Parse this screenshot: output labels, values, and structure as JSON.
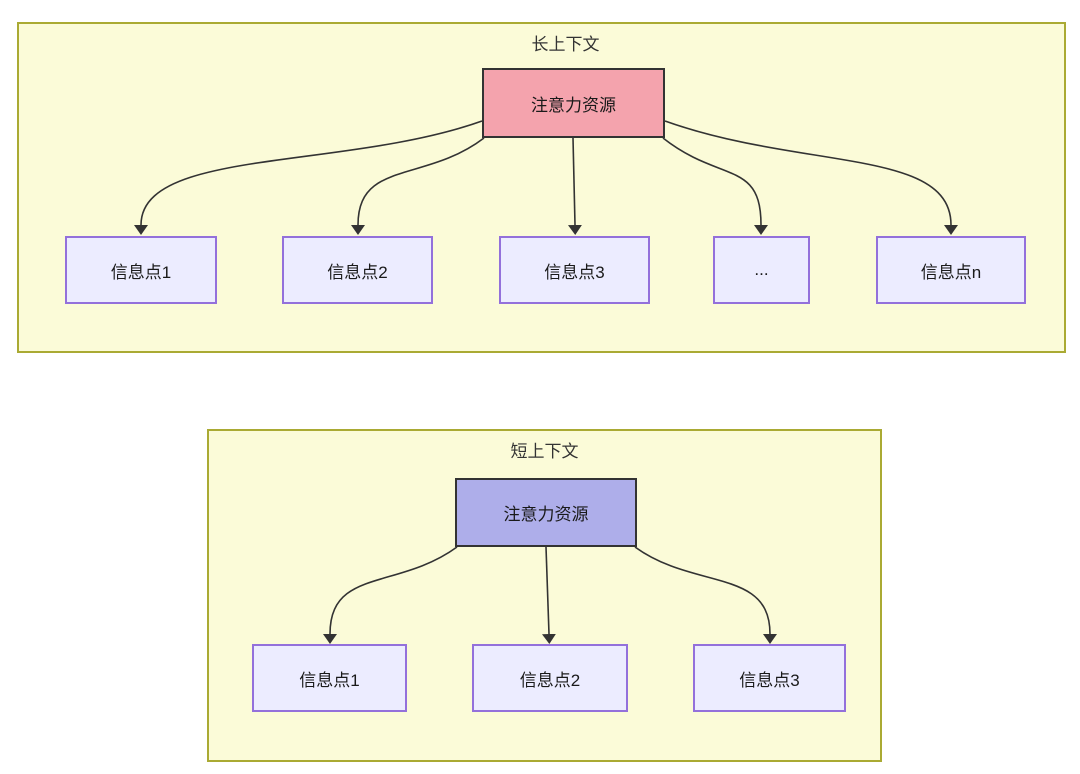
{
  "diagram": {
    "type": "attention-allocation-comparison-flowchart",
    "long_context": {
      "title": "长上下文",
      "source_label": "注意力资源",
      "targets": [
        "信息点1",
        "信息点2",
        "信息点3",
        "...",
        "信息点n"
      ]
    },
    "short_context": {
      "title": "短上下文",
      "source_label": "注意力资源",
      "targets": [
        "信息点1",
        "信息点2",
        "信息点3"
      ]
    },
    "colors": {
      "long_source_fill": "#F4A3AD",
      "short_source_fill": "#AEAEEA",
      "target_fill": "#ECECFF",
      "target_border": "#9370DB",
      "cluster_fill": "#FBFBD8",
      "cluster_border": "#AAAA33",
      "node_border": "#333333",
      "edge_stroke": "#333333",
      "text": "#333333",
      "page_background": "#FFFFFF"
    }
  }
}
